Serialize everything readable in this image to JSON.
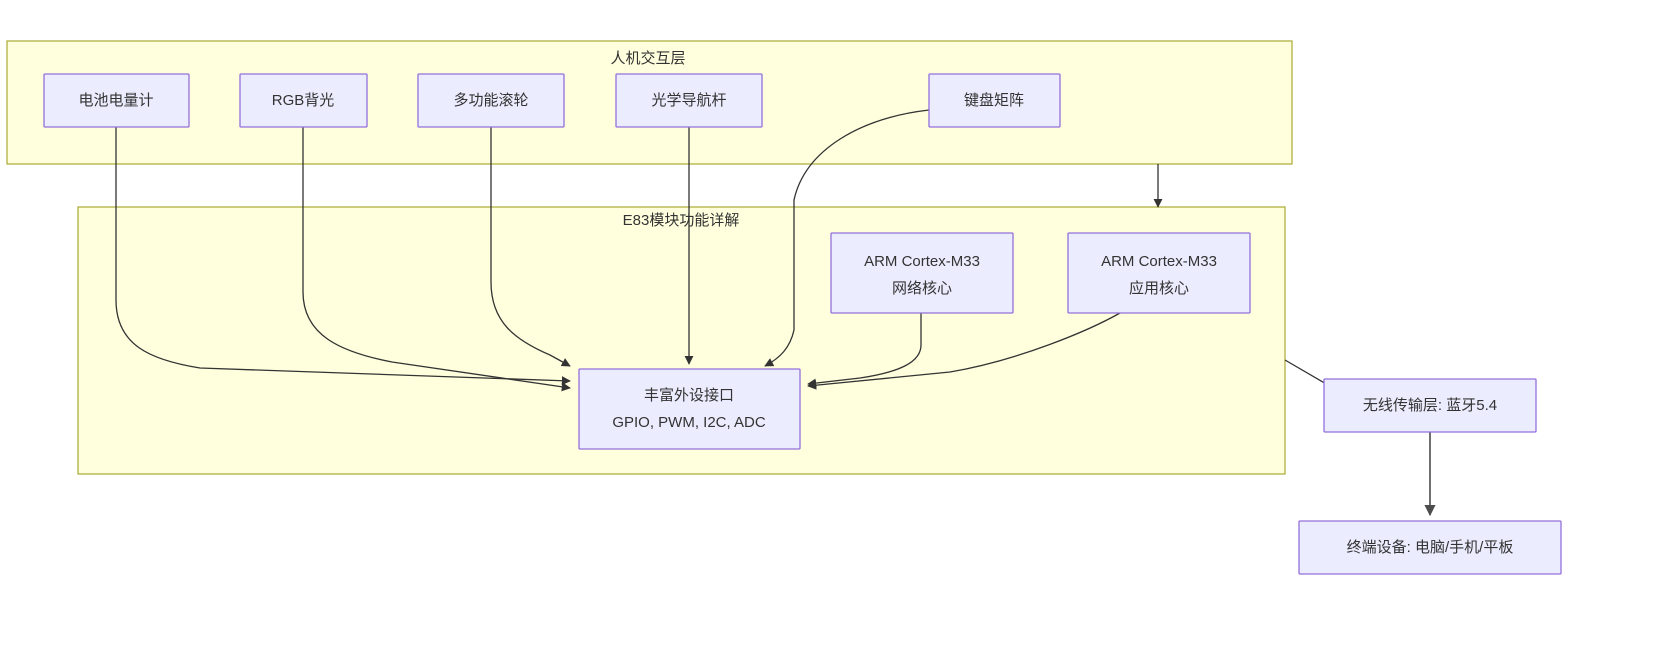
{
  "diagram": {
    "title_visible": false,
    "colors": {
      "cluster_fill": "#ffffde",
      "cluster_stroke": "#aaaa33",
      "node_fill": "#ececff",
      "node_stroke": "#9370db",
      "edge_stroke": "#333333",
      "text": "#333333",
      "background": "#ffffff"
    },
    "clusters": [
      {
        "id": "hmi",
        "label": "人机交互层"
      },
      {
        "id": "e83",
        "label": "E83模块功能详解"
      }
    ],
    "nodes": [
      {
        "id": "battery",
        "label": "电池电量计"
      },
      {
        "id": "rgb",
        "label": "RGB背光"
      },
      {
        "id": "wheel",
        "label": "多功能滚轮"
      },
      {
        "id": "optical",
        "label": "光学导航杆"
      },
      {
        "id": "keyboard",
        "label": "键盘矩阵"
      },
      {
        "id": "core_net",
        "label_line1": "ARM Cortex-M33",
        "label_line2": "网络核心"
      },
      {
        "id": "core_app",
        "label_line1": "ARM Cortex-M33",
        "label_line2": "应用核心"
      },
      {
        "id": "periph",
        "label_line1": "丰富外设接口",
        "label_line2": "GPIO, PWM, I2C, ADC"
      },
      {
        "id": "wireless",
        "label": "无线传输层: 蓝牙5.4"
      },
      {
        "id": "terminal",
        "label": "终端设备: 电脑/手机/平板"
      }
    ],
    "edges": [
      {
        "from": "battery",
        "to": "periph"
      },
      {
        "from": "rgb",
        "to": "periph"
      },
      {
        "from": "wheel",
        "to": "periph"
      },
      {
        "from": "optical",
        "to": "periph"
      },
      {
        "from": "keyboard",
        "to": "periph"
      },
      {
        "from": "core_net",
        "to": "periph"
      },
      {
        "from": "core_app",
        "to": "periph"
      },
      {
        "from": "hmi",
        "to": "wireless"
      },
      {
        "from": "wireless",
        "to": "terminal"
      }
    ]
  }
}
